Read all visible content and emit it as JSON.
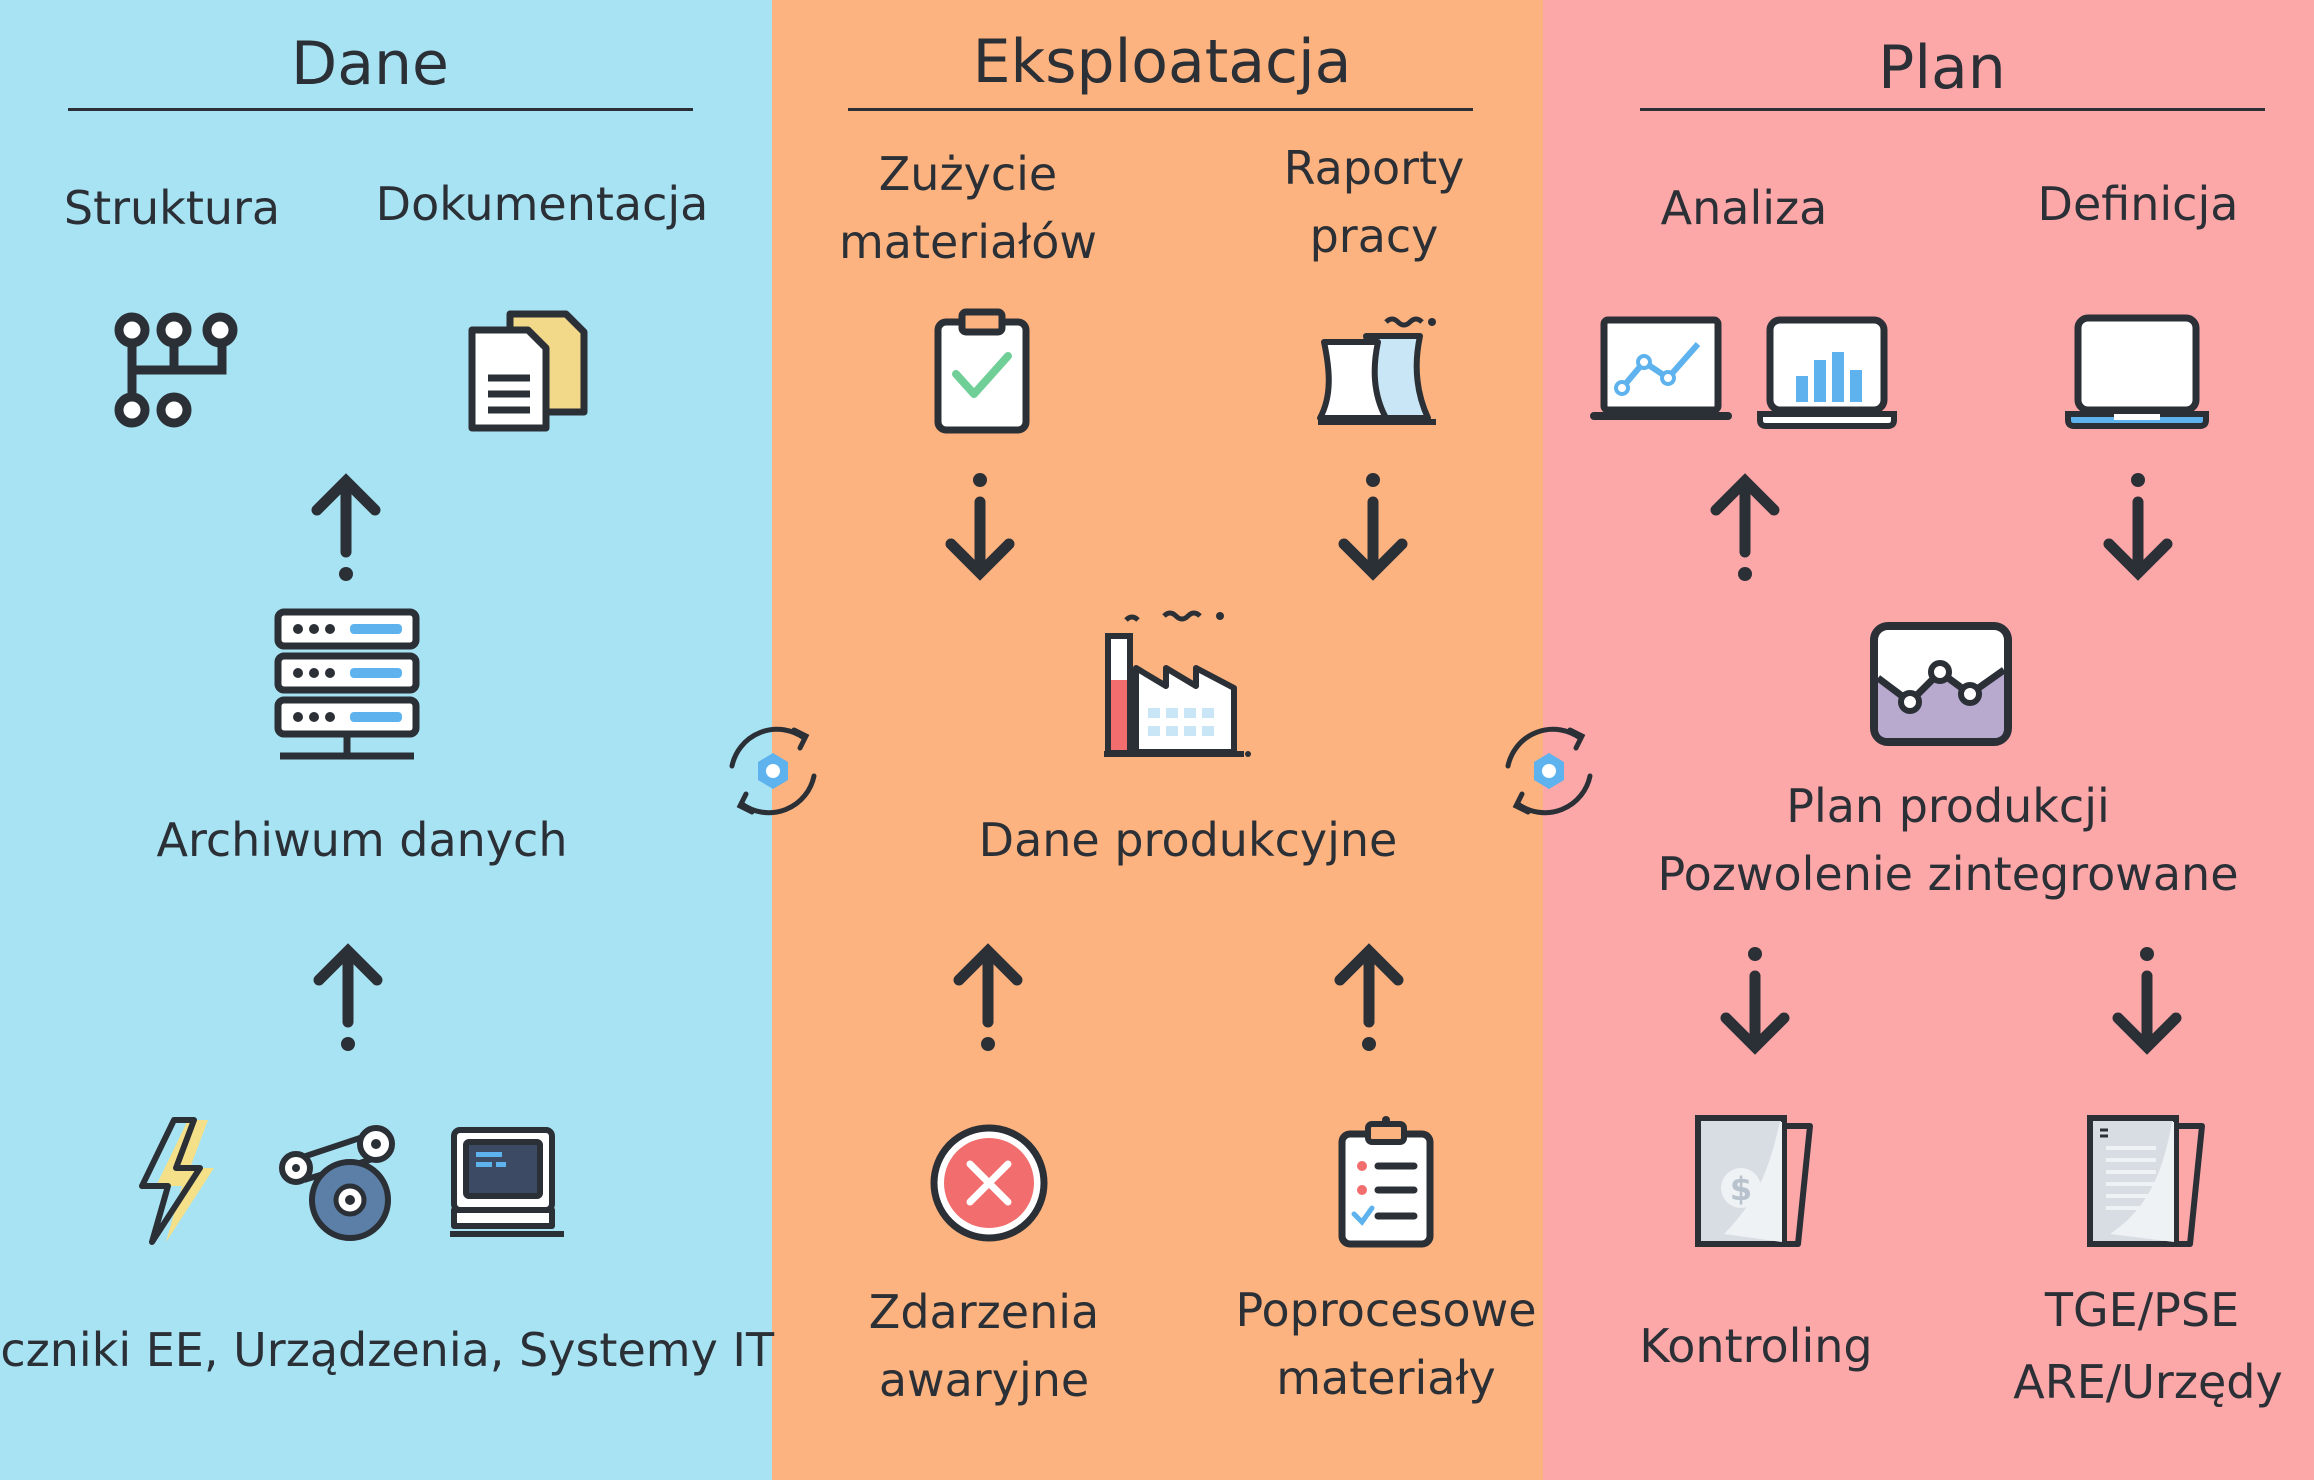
{
  "columns": {
    "dane": {
      "title": "Dane",
      "struktura": "Struktura",
      "dokumentacja": "Dokumentacja",
      "archiwum": "Archiwum danych",
      "sources": "Liczniki EE, Urządzenia, Systemy IT"
    },
    "eksploatacja": {
      "title": "Eksploatacja",
      "zuzycie": [
        "Zużycie",
        "materiałów"
      ],
      "raporty": [
        "Raporty",
        "pracy"
      ],
      "dane_produkcyjne": "Dane produkcyjne",
      "zdarzenia": [
        "Zdarzenia",
        "awaryjne"
      ],
      "poprocesowe": [
        "Poprocesowe",
        "materiały"
      ]
    },
    "plan": {
      "title": "Plan",
      "analiza": "Analiza",
      "definicja": "Definicja",
      "plan_produkcji": [
        "Plan produkcji",
        "Pozwolenie zintegrowane"
      ],
      "kontroling": "Kontroling",
      "tge": [
        "TGE/PSE",
        "ARE/Urzędy"
      ]
    }
  },
  "colors": {
    "dane_bg": "#a8e3f3",
    "eksploatacja_bg": "#fdb37f",
    "plan_bg": "#fca8a9",
    "ink": "#2b2f36",
    "accent_blue": "#5eb3ee",
    "accent_green": "#6fcf97",
    "accent_red": "#f26d6d",
    "accent_yellow": "#f5e08a"
  }
}
